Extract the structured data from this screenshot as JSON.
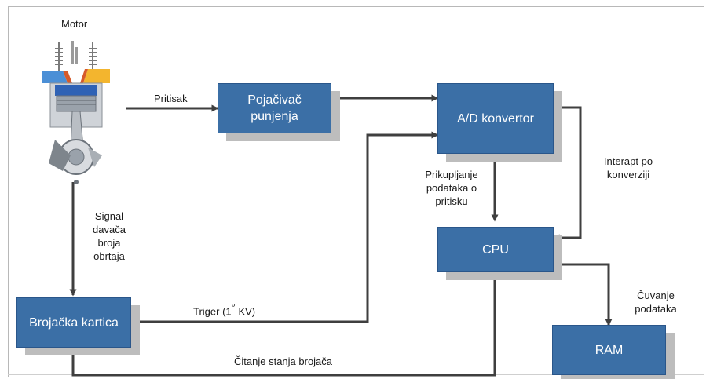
{
  "title": "Motor",
  "boxes": {
    "pojacivac": [
      "Pojačivač",
      "punjenja"
    ],
    "ad": "A/D konvertor",
    "cpu": "CPU",
    "ram": "RAM",
    "brojacka": "Brojačka kartica"
  },
  "labels": {
    "pritisak": "Pritisak",
    "signal": [
      "Signal",
      "davača",
      "broja",
      "obrtaja"
    ],
    "triger": "Triger (1",
    "triger_deg": "°",
    "triger_end": " KV)",
    "prikupljanje": [
      "Prikupljanje",
      "podataka o",
      "pritisku"
    ],
    "interapt": [
      "Interapt po",
      "konverziji"
    ],
    "cuvanje": [
      "Čuvanje",
      "podataka"
    ],
    "citanje": "Čitanje stanja brojača"
  },
  "colors": {
    "box_fill": "#3b6fa6",
    "box_shadow": "#bdbdbd",
    "wire": "#3f3f3f"
  }
}
